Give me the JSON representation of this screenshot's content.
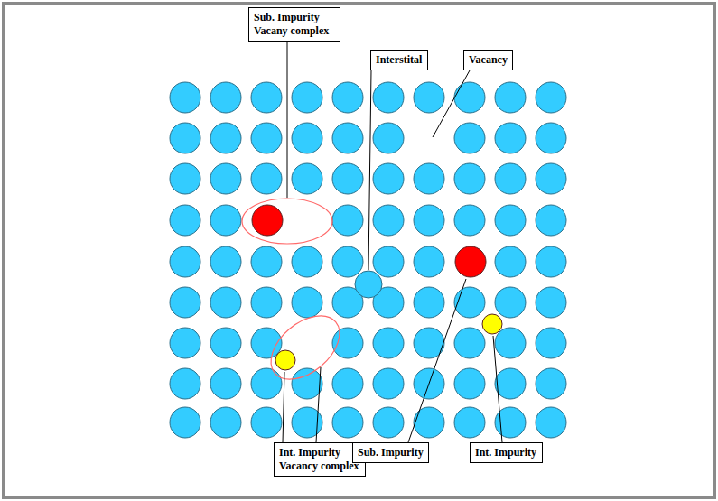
{
  "diagram": {
    "nodes": [
      {
        "text": [
          "Sub. Impurity Vacany complex"
        ]
      },
      {
        "text": [
          "Interstital"
        ]
      },
      {
        "text": [
          "Vacancy"
        ]
      },
      {
        "text": [
          "Int. Impurity Vacancy complex"
        ]
      },
      {
        "text": [
          "Sub. Impurity"
        ]
      },
      {
        "text": [
          "Int. Impurity"
        ]
      }
    ]
  }
}
